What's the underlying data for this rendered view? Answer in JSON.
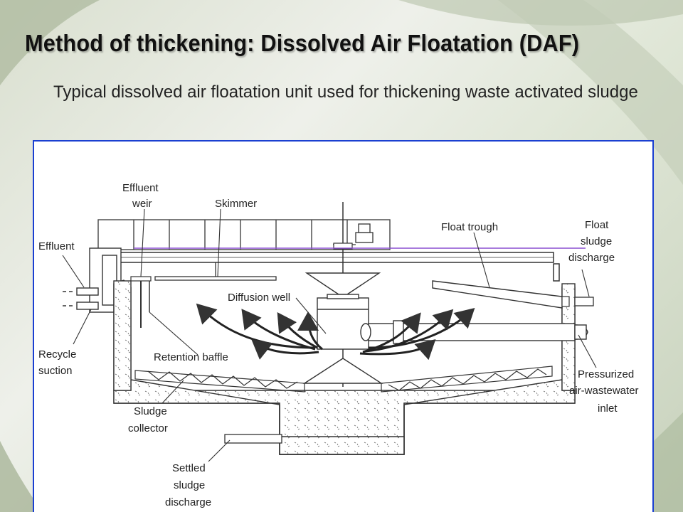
{
  "slide": {
    "title": "Method of thickening: Dissolved Air Floatation (DAF)",
    "subtitle": "Typical dissolved air floatation unit used for thickening waste activated sludge"
  },
  "diagram": {
    "labels": {
      "effluent_weir_1": "Effluent",
      "effluent_weir_2": "weir",
      "skimmer": "Skimmer",
      "float_trough": "Float trough",
      "float_sludge_1": "Float",
      "float_sludge_2": "sludge",
      "float_sludge_3": "discharge",
      "effluent": "Effluent",
      "diffusion_well": "Diffusion well",
      "recycle_1": "Recycle",
      "recycle_2": "suction",
      "retention_baffle": "Retention baffle",
      "pressurized_1": "Pressurized",
      "pressurized_2": "air-wastewater",
      "pressurized_3": "inlet",
      "sludge_collector_1": "Sludge",
      "sludge_collector_2": "collector",
      "settled_1": "Settled",
      "settled_2": "sludge",
      "settled_3": "discharge"
    }
  },
  "colors": {
    "frame_border": "#1a3fd1",
    "water_line": "#8a4fd0"
  }
}
